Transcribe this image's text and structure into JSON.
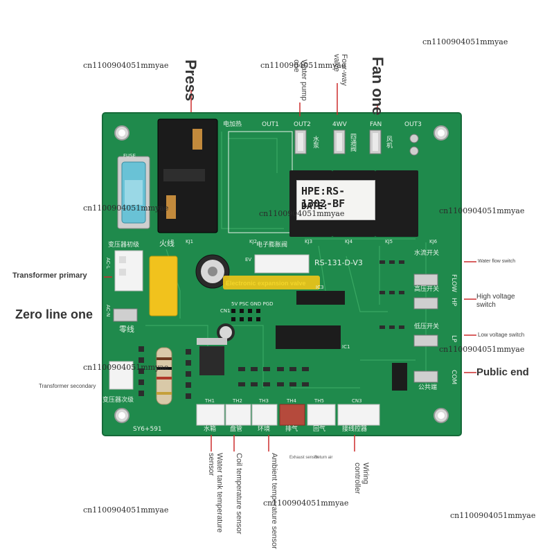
{
  "annotations": {
    "press": "Press",
    "fan_one": "Fan one",
    "water_pump_one": "Water pump one",
    "four_way_valve": "Four-way valve",
    "transformer_primary": "Transformer primary",
    "zero_line_one": "Zero line one",
    "transformer_secondary": "Transformer secondary",
    "water_flow_switch": "Water flow switch",
    "high_voltage_switch": "High voltage switch",
    "low_voltage_switch": "Low voltage switch",
    "public_end": "Public end",
    "electronic_expansion_valve": "Electronic expansion valve",
    "water_tank_sensor": "Water tank temperature sensor",
    "coil_sensor": "Coil temperature sensor",
    "ambient_sensor": "Ambient temperature sensor",
    "wiring_controller": "Wiring controller",
    "tiny_left": "Exhaust sensor",
    "tiny_right": "Return air"
  },
  "watermark": "cn1100904051mmyae",
  "silkscreen": {
    "fuse": "FUSE",
    "heater_cn": "电加热",
    "out1": "OUT1",
    "out2": "OUT2",
    "fourwv": "4WV",
    "fan": "FAN",
    "out3": "OUT3",
    "pump_cn": "水泵",
    "valve_cn": "四通阀",
    "fan_cn": "风机",
    "kj1": "KJ1",
    "kj2": "KJ2",
    "kj3": "KJ3",
    "kj4": "KJ4",
    "kj5": "KJ5",
    "kj6": "KJ6",
    "live_cn": "火线",
    "eev_cn": "电子膨胀阀",
    "model": "RS-131-D-V3",
    "primary_cn": "变压器初级",
    "neutral_cn": "零线",
    "secondary_cn": "变压器次级",
    "flow_cn": "水流开关",
    "flow": "FLOW",
    "hp_cn": "高压开关",
    "hp": "HP",
    "lp_cn": "低压开关",
    "lp": "LP",
    "com_cn": "公共端",
    "com": "COM",
    "ev": "EV",
    "acl": "AC-L",
    "acn": "AC-N",
    "board_code": "SY6+591",
    "th1": "TH1",
    "th2": "TH2",
    "th3": "TH3",
    "th4": "TH4",
    "th5": "TH5",
    "cn3": "CN3",
    "tank_cn": "水箱",
    "coil_cn": "盘管",
    "env_cn": "环境",
    "exhaust_cn": "排气",
    "return_cn": "回气",
    "wired_cn": "接线控器",
    "hdr": "5V PSC GND PGD",
    "cn1": "CN1",
    "ic3": "IC3",
    "ic1": "IC1"
  },
  "sticker": {
    "line1": "HPE:RS-1302-BF",
    "line2": "DATE:"
  },
  "colors": {
    "pcb": "#1f8a4c",
    "pcb_dark": "#17703d",
    "trace": "#34a35f",
    "silk": "#e9f3ea"
  }
}
